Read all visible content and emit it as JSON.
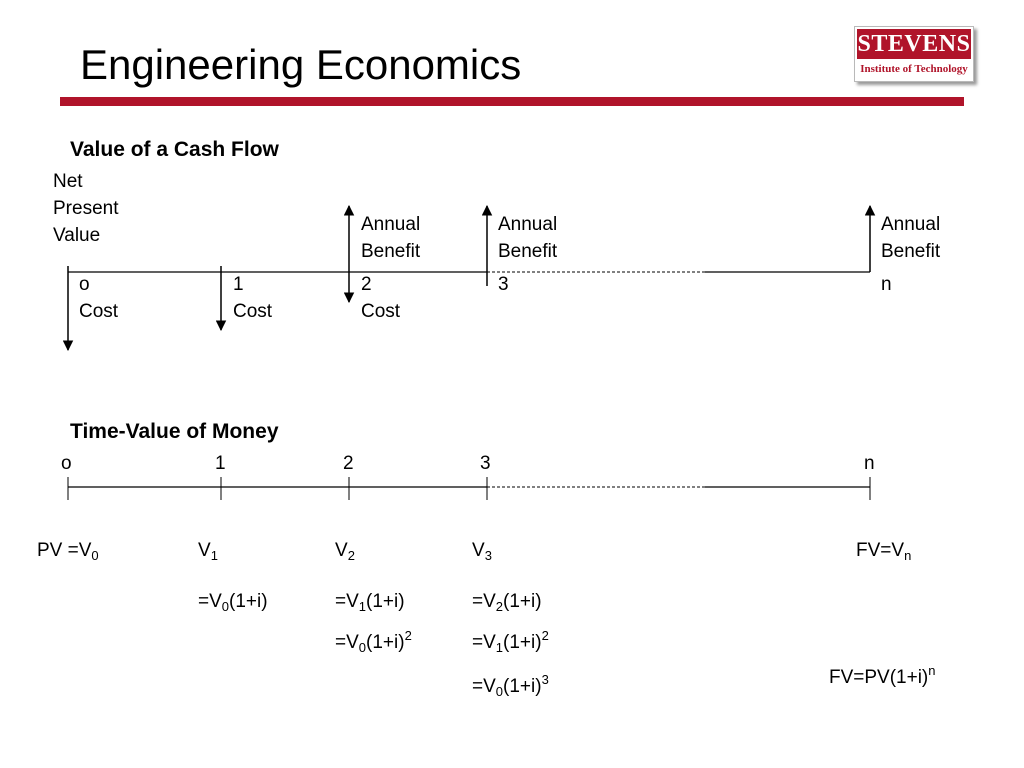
{
  "slide": {
    "title": "Engineering Economics",
    "accent_color": "#b0142a",
    "logo": {
      "name": "STEVENS",
      "subtitle": "Institute of Technology"
    }
  },
  "cash_flow": {
    "heading": "Value of a Cash Flow",
    "npv_label": [
      "Net",
      "Present",
      "Value"
    ],
    "points": [
      {
        "label": "o",
        "cost": "Cost"
      },
      {
        "label": "1",
        "cost": "Cost"
      },
      {
        "label": "2",
        "cost": "Cost",
        "benefit": [
          "Annual",
          "Benefit"
        ]
      },
      {
        "label": "3",
        "benefit": [
          "Annual",
          "Benefit"
        ]
      },
      {
        "label": "n",
        "benefit": [
          "Annual",
          "Benefit"
        ]
      }
    ]
  },
  "time_value": {
    "heading": "Time-Value of Money",
    "ticks": [
      "o",
      "1",
      "2",
      "3",
      "n"
    ],
    "values": {
      "pv": {
        "text": "PV =V",
        "sub": "0"
      },
      "v1": {
        "text": "V",
        "sub": "1"
      },
      "v2": {
        "text": "V",
        "sub": "2"
      },
      "v3": {
        "text": "V",
        "sub": "3"
      },
      "fv": {
        "text": "FV=V",
        "sub": "n"
      }
    },
    "formulas": {
      "v1_f1": {
        "a": "=V",
        "sub": "0",
        "b": "(1+i)",
        "sup": ""
      },
      "v2_f1": {
        "a": "=V",
        "sub": "1",
        "b": "(1+i)",
        "sup": ""
      },
      "v2_f2": {
        "a": "=V",
        "sub": "0",
        "b": "(1+i)",
        "sup": "2"
      },
      "v3_f1": {
        "a": "=V",
        "sub": "2",
        "b": "(1+i)",
        "sup": ""
      },
      "v3_f2": {
        "a": "=V",
        "sub": "1",
        "b": "(1+i)",
        "sup": "2"
      },
      "v3_f3": {
        "a": "=V",
        "sub": "0",
        "b": "(1+i)",
        "sup": "3"
      },
      "fv_formula": {
        "a": "FV=PV(1+i)",
        "sup": "n"
      }
    }
  }
}
